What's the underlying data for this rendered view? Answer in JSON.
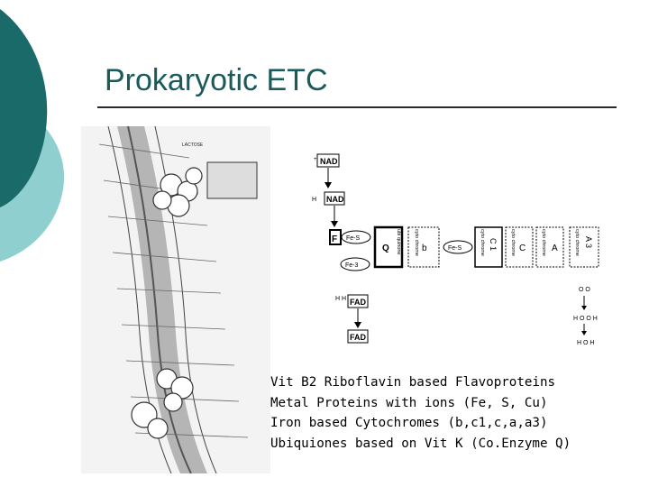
{
  "slide": {
    "title": "Prokaryotic ETC",
    "accent_color": "#1a6a6a",
    "light_accent_color": "#8fcfcf"
  },
  "figure": {
    "membrane_labels": [
      "LACTOSE"
    ],
    "chain": {
      "nad_top": "NAD",
      "h_label": "H",
      "nad_reduced": "NAD",
      "f_box": "F",
      "fes_top": "Fe-S",
      "fes_bottom": "Fe-3",
      "ubiquinone": "ubi quinone",
      "q_letter": "Q",
      "cytochrome_b": "cyto chrome",
      "b_letter": "b",
      "fes_middle": "Fe-S",
      "cytochrome_c1": "cyto chrome",
      "c1_letter": "C 1",
      "cytochrome_c": "cyto chrome",
      "c_letter": "C",
      "cytochrome_a": "cyto chrome",
      "a_letter": "A",
      "cytochrome_a3": "cyto chrome",
      "a3_letter": "A 3",
      "fad_upper": "FAD",
      "fad_lower": "FAD",
      "hh_upper": "H H",
      "o_o": "O O",
      "hooh": "H O O H",
      "hoh": "H O H"
    }
  },
  "notes": [
    "Vit B2 Riboflavin based Flavoproteins",
    "Metal Proteins with ions (Fe, S, Cu)",
    "Iron based Cytochromes (b,c1,c,a,a3)",
    "Ubiquiones based on Vit K (Co.Enzyme Q)"
  ]
}
